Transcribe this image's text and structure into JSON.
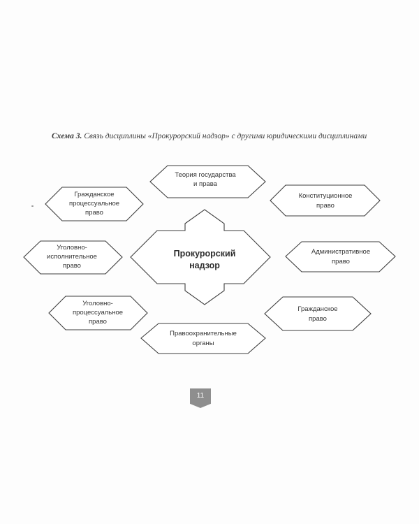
{
  "caption": {
    "number": "Схема 3.",
    "text": "Связь дисциплины «Прокурорский надзор» с другими юридическими дисциплинами"
  },
  "center": {
    "lines": [
      "Прокурорский",
      "надзор"
    ]
  },
  "disciplines": [
    {
      "id": "theory",
      "lines": [
        "Теория государства",
        "и права"
      ]
    },
    {
      "id": "constitutional",
      "lines": [
        "Конституционное",
        "право"
      ]
    },
    {
      "id": "administrative",
      "lines": [
        "Административное",
        "право"
      ]
    },
    {
      "id": "civil",
      "lines": [
        "Гражданское",
        "право"
      ]
    },
    {
      "id": "law-enforcement",
      "lines": [
        "Правоохранительные",
        "органы"
      ]
    },
    {
      "id": "criminal-procedure",
      "lines": [
        "Уголовно-",
        "процессуальное",
        "право"
      ]
    },
    {
      "id": "criminal-executive",
      "lines": [
        "Уголовно-",
        "исполнительное",
        "право"
      ]
    },
    {
      "id": "civil-procedure",
      "lines": [
        "Гражданское",
        "процессуальное",
        "право"
      ]
    }
  ],
  "page_number": "11"
}
